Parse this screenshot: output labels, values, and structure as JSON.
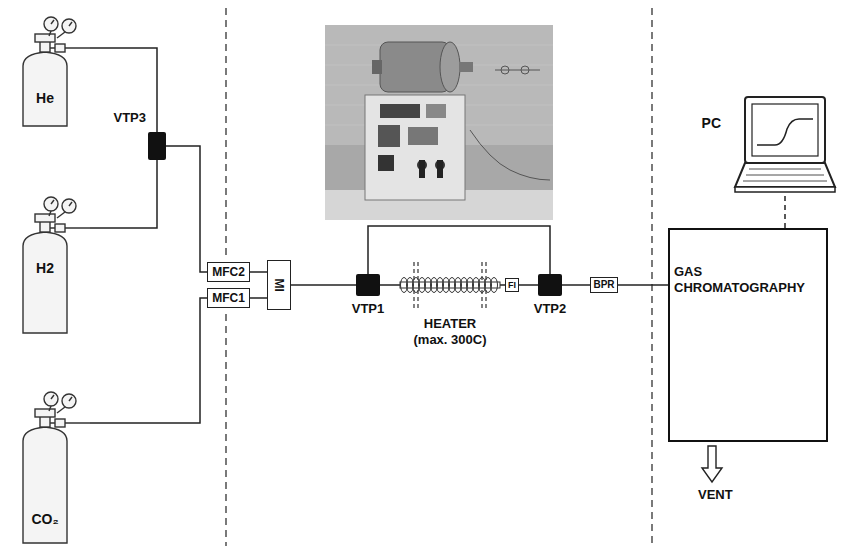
{
  "diagram": {
    "nodes": [
      {
        "text": [
          "He"
        ]
      },
      {
        "text": [
          "H2"
        ]
      },
      {
        "text": [
          "CO₂"
        ]
      },
      {
        "text": [
          "VTP3"
        ]
      },
      {
        "text": [
          "MFC2"
        ]
      },
      {
        "text": [
          "MFC1"
        ]
      },
      {
        "text": [
          "MI"
        ]
      },
      {
        "text": [
          "VTP1"
        ]
      },
      {
        "text": [
          "HEATER (max. 300C)"
        ]
      },
      {
        "text": [
          "FI"
        ]
      },
      {
        "text": [
          "VTP2"
        ]
      },
      {
        "text": [
          "BPR"
        ]
      },
      {
        "text": [
          "GAS CHROMATOGRAPHY"
        ]
      },
      {
        "text": [
          "PC"
        ]
      }
    ],
    "edges": [
      {
        "from": 0,
        "to": 3,
        "arrow": "none"
      },
      {
        "from": 1,
        "to": 3,
        "arrow": "none"
      },
      {
        "from": 3,
        "to": 4,
        "arrow": "none"
      },
      {
        "from": 2,
        "to": 5,
        "arrow": "none"
      },
      {
        "from": 4,
        "to": 6,
        "arrow": "none"
      },
      {
        "from": 5,
        "to": 6,
        "arrow": "none"
      },
      {
        "from": 6,
        "to": 7,
        "arrow": "none"
      },
      {
        "from": 7,
        "to": 8,
        "arrow": "none"
      },
      {
        "from": 8,
        "to": 9,
        "arrow": "none"
      },
      {
        "from": 9,
        "to": 10,
        "arrow": "none"
      },
      {
        "from": 7,
        "to": 10,
        "arrow": "none"
      },
      {
        "from": 10,
        "to": 11,
        "arrow": "none"
      },
      {
        "from": 11,
        "to": 12,
        "arrow": "none"
      },
      {
        "from": 12,
        "to": 13,
        "arrow": "none"
      }
    ],
    "labels": [
      "VENT"
    ]
  }
}
